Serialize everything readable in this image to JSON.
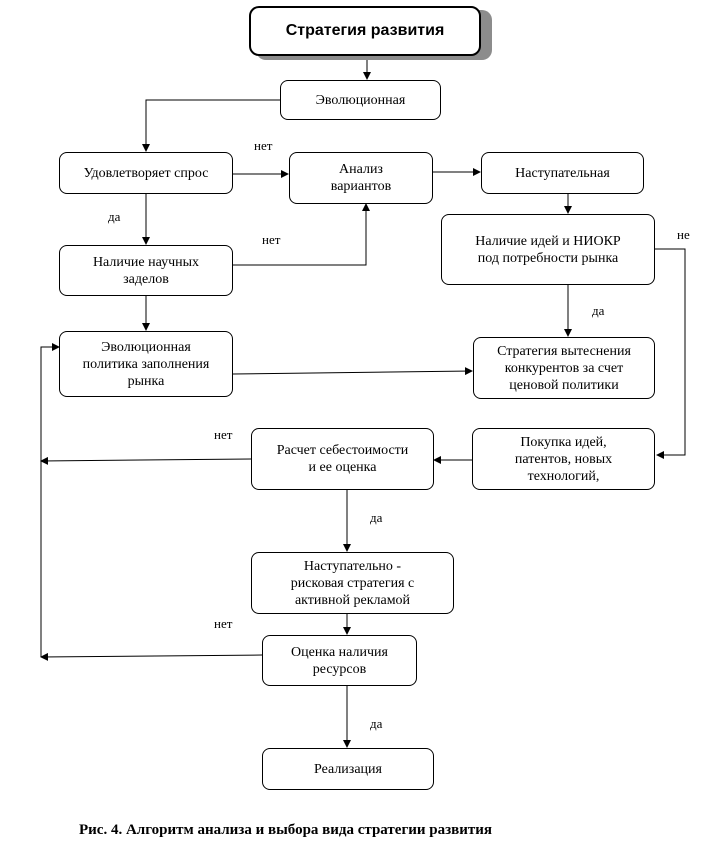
{
  "title": "Стратегия развития",
  "boxes": {
    "evolutionary": "Эволюционная",
    "satisfies_demand": "Удовлетворяет спрос",
    "analysis": "Анализ\nвариантов",
    "offensive": "Наступательная",
    "scientific_groundwork": "Наличие научных\nзаделов",
    "ideas_rnd": "Наличие идей и НИОКР\nпод потребности рынка",
    "market_filling": "Эволюционная\nполитика заполнения\nрынка",
    "displacement": "Стратегия вытеснения\nконкурентов за счет\nценовой политики",
    "cost_calc": "Расчет себестоимости\nи ее оценка",
    "buy_ideas": "Покупка идей,\nпатентов, новых\nтехнологий,",
    "risky": "Наступательно -\nрисковая стратегия с\nактивной рекламой",
    "resources": "Оценка наличия\nресурсов",
    "implementation": "Реализация"
  },
  "labels": {
    "no_1": "нет",
    "no_2": "нет",
    "no_3": "не",
    "no_4": "нет",
    "no_5": "нет",
    "yes_1": "да",
    "yes_2": "да",
    "yes_3": "да",
    "yes_4": "да"
  },
  "caption": "Рис. 4. Алгоритм анализа и выбора вида стратегии развития"
}
